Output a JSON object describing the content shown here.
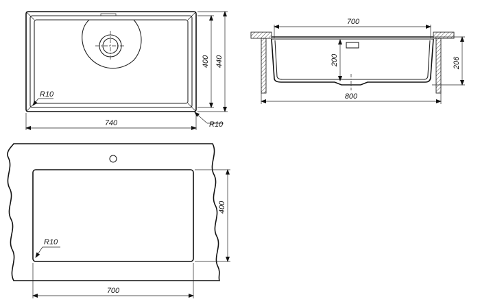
{
  "drawing": {
    "top_view": {
      "overall_width": "740",
      "inner_height": "400",
      "overall_height": "440",
      "inner_corner_radius": "R10",
      "outer_corner_radius": "R10"
    },
    "section_view": {
      "inner_width": "700",
      "overall_width": "800",
      "bowl_depth": "200",
      "overall_depth": "206"
    },
    "cutout_view": {
      "cutout_width": "700",
      "cutout_height": "400",
      "corner_radius": "R10"
    }
  }
}
